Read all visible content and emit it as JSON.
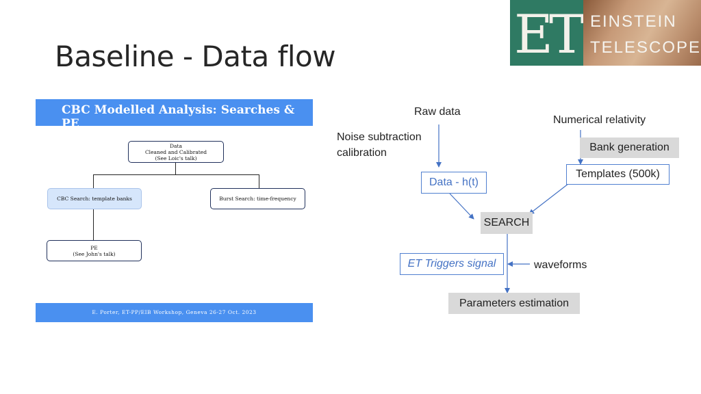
{
  "title": "Baseline - Data flow",
  "logo": {
    "monogram": "ET",
    "line1": "EINSTEIN",
    "line2": "TELESCOPE"
  },
  "slide": {
    "header": "CBC Modelled Analysis: Searches & PE",
    "data_box": [
      "Data",
      "Cleaned and Calibrated",
      "(See Loic's talk)"
    ],
    "cbc_box": "CBC Search: template banks",
    "burst_box": "Burst Search: time-frequency",
    "pe_box": [
      "PE",
      "(See John's talk)"
    ],
    "footer": "E. Porter, ET-PP/EIB Workshop, Geneva 26-27 Oct. 2023"
  },
  "flow": {
    "raw_data": "Raw data",
    "noise_line1": "Noise subtraction",
    "noise_line2": "calibration",
    "numerical_relativity": "Numerical relativity",
    "bank_generation": "Bank generation",
    "templates": "Templates (500k)",
    "data_h": "Data - h(t)",
    "search": "SEARCH",
    "et_triggers": "ET Triggers signal",
    "waveforms": "waveforms",
    "parameters": "Parameters estimation"
  }
}
